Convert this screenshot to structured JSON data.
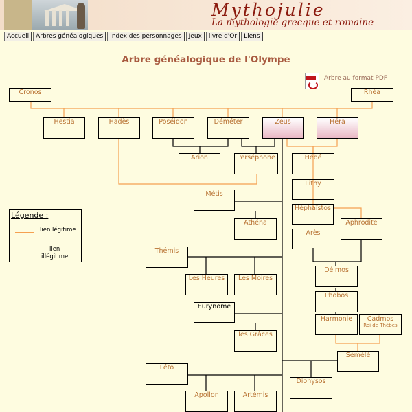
{
  "site": {
    "title": "Mythojulie",
    "subtitle": "La mythologie grecque et romaine"
  },
  "nav": [
    {
      "label": "Accueil"
    },
    {
      "label": "Arbres généalogiques"
    },
    {
      "label": "Index des personnages"
    },
    {
      "label": "Jeux"
    },
    {
      "label": "livre d'Or"
    },
    {
      "label": "Liens"
    }
  ],
  "page_title": "Arbre généalogique de l'Olympe",
  "pdf_link": "Arbre au format PDF",
  "legend": {
    "title": "Légende :",
    "orange_label": "lien légitime",
    "black_label_1": "lien",
    "black_label_2": "illégitime"
  },
  "colors": {
    "legit_link": "#f5a050",
    "illegit_link": "#000000",
    "name_text": "#b87233",
    "title_color": "#8b1a0e"
  },
  "people": {
    "cronos": "Cronos",
    "rhea": "Rhéa",
    "hestia": "Hestia",
    "hades": "Hadès",
    "poseidon": "Poséidon",
    "demeter": "Déméter",
    "zeus": "Zeus",
    "hera": "Héra",
    "arion": "Arion",
    "persephone": "Perséphone",
    "hebe": "Hébé",
    "ilithy": "Ilithy",
    "metis": "Métis",
    "hephaistos": "Héphaïstos",
    "aphrodite": "Aphrodite",
    "athena": "Athéna",
    "ares": "Arès",
    "themis": "Thémis",
    "deimos": "Déimos",
    "les_heures": "Les Heures",
    "les_moires": "Les Moires",
    "phobos": "Phobos",
    "eurynome": "Eurynome",
    "harmonie": "Harmonie",
    "cadmos": "Cadmos",
    "cadmos_sub": "Roi de Thèbes",
    "les_graces": "les Grâces",
    "semele": "Sémélé",
    "leto": "Léto",
    "dionysos": "Dionysos",
    "apollon": "Apollon",
    "artemis": "Artémis"
  }
}
